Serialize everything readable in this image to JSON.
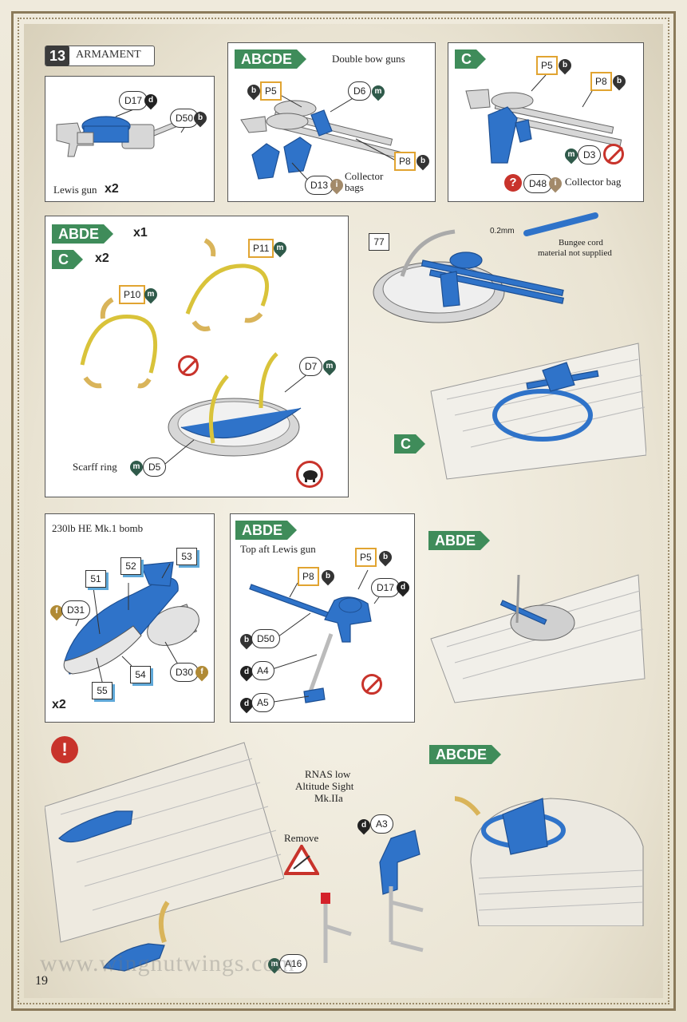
{
  "step": {
    "number": "13",
    "title": "ARMAMENT"
  },
  "panel_lewis": {
    "caption": "Lewis gun",
    "count": "x2",
    "parts": {
      "d17": "D17",
      "d50": "D50"
    },
    "paints": {
      "d17": "d",
      "d50": "b"
    }
  },
  "panel_bow": {
    "variants": "ABCDE",
    "title": "Double bow guns",
    "parts": {
      "p5": "P5",
      "d6": "D6",
      "p8": "P8",
      "d13": "D13"
    },
    "paints": {
      "p5": "b",
      "d6": "m",
      "p8": "b",
      "d13": "i"
    },
    "note": "Collector bags"
  },
  "panel_c": {
    "variant": "C",
    "parts": {
      "p5": "P5",
      "p8": "P8",
      "d3": "D3",
      "d48": "D48"
    },
    "paints": {
      "p5": "b",
      "p8": "b",
      "d3": "m",
      "d48": "i"
    },
    "note": "Collector bag",
    "question": "?"
  },
  "bungee": {
    "size": "0.2mm",
    "note_line1": "Bungee cord",
    "note_line2": "material not supplied"
  },
  "assembly_number": "77",
  "panel_scarff": {
    "variant1": "ABDE",
    "count1": "x1",
    "variant2": "C",
    "count2": "x2",
    "parts": {
      "p10": "P10",
      "p11": "P11",
      "d7": "D7",
      "d5": "D5"
    },
    "paints": {
      "p10": "m",
      "p11": "m",
      "d7": "m",
      "d5": "m"
    },
    "caption": "Scarff ring"
  },
  "view_c_badge": "C",
  "panel_bomb": {
    "title": "230lb HE Mk.1 bomb",
    "parts": {
      "n51": "51",
      "n52": "52",
      "n53": "53",
      "n54": "54",
      "n55": "55",
      "d31": "D31",
      "d30": "D30"
    },
    "paints": {
      "d31": "f",
      "d30": "f"
    },
    "count": "x2"
  },
  "panel_toplewis": {
    "variant": "ABDE",
    "title": "Top aft Lewis gun",
    "parts": {
      "p5": "P5",
      "p8": "P8",
      "d17": "D17",
      "d50": "D50",
      "a4": "A4",
      "a5": "A5"
    },
    "paints": {
      "p5": "b",
      "p8": "b",
      "d17": "d",
      "d50": "b",
      "a4": "d",
      "a5": "d"
    }
  },
  "view_abde_badge": "ABDE",
  "bottom": {
    "badge": "ABCDE",
    "sight_line1": "RNAS low",
    "sight_line2": "Altitude Sight",
    "sight_line3": "Mk.IIa",
    "a3": "A3",
    "a3_paint": "d",
    "remove": "Remove",
    "a16": "A16",
    "a16_paint": "m",
    "warning": "!"
  },
  "watermark": "www.wingnutwings.com",
  "page_number": "19"
}
